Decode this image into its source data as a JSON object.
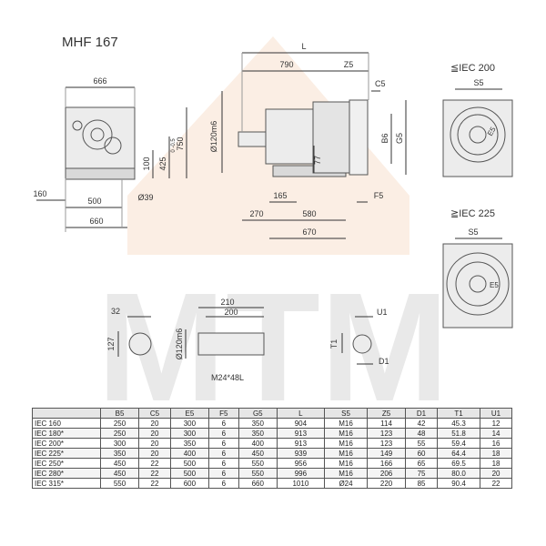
{
  "title": "MHF 167",
  "watermark": {
    "text": "MTM",
    "color": "#f3d9c6"
  },
  "front_view": {
    "dims": {
      "width_top": "666",
      "d1": "160",
      "d2": "500",
      "d3": "660",
      "h1": "100",
      "h2": "425",
      "h2_tol": "0 -0.5",
      "h3": "750",
      "bore": "Ø39"
    }
  },
  "side_view": {
    "dims": {
      "L": "L",
      "d790": "790",
      "Z5": "Z5",
      "C5": "C5",
      "shaft": "Ø120m6",
      "h77": "77",
      "B6": "B6",
      "G5": "G5",
      "d165": "165",
      "F5": "F5",
      "d270": "270",
      "d580": "580",
      "d670": "670"
    }
  },
  "flange_200": {
    "label": "≦IEC 200",
    "S5": "S5",
    "E5": "E5"
  },
  "flange_225": {
    "label": "≧IEC 225",
    "S5": "S5",
    "E5": "E5"
  },
  "shaft_detail": {
    "d32": "32",
    "d127": "127",
    "d210": "210",
    "d200": "200",
    "shaft": "Ø120m6",
    "thread": "M24*48L"
  },
  "hole_detail": {
    "U1": "U1",
    "T1": "T1",
    "D1": "D1"
  },
  "table": {
    "headers": [
      "",
      "B5",
      "C5",
      "E5",
      "F5",
      "G5",
      "L",
      "S5",
      "Z5",
      "D1",
      "T1",
      "U1"
    ],
    "rows": [
      [
        "IEC 160",
        "250",
        "20",
        "300",
        "6",
        "350",
        "904",
        "M16",
        "114",
        "42",
        "45.3",
        "12"
      ],
      [
        "IEC 180*",
        "250",
        "20",
        "300",
        "6",
        "350",
        "913",
        "M16",
        "123",
        "48",
        "51.8",
        "14"
      ],
      [
        "IEC 200*",
        "300",
        "20",
        "350",
        "6",
        "400",
        "913",
        "M16",
        "123",
        "55",
        "59.4",
        "16"
      ],
      [
        "IEC 225*",
        "350",
        "20",
        "400",
        "6",
        "450",
        "939",
        "M16",
        "149",
        "60",
        "64.4",
        "18"
      ],
      [
        "IEC 250*",
        "450",
        "22",
        "500",
        "6",
        "550",
        "956",
        "M16",
        "166",
        "65",
        "69.5",
        "18"
      ],
      [
        "IEC 280*",
        "450",
        "22",
        "500",
        "6",
        "550",
        "996",
        "M16",
        "206",
        "75",
        "80.0",
        "20"
      ],
      [
        "IEC 315*",
        "550",
        "22",
        "600",
        "6",
        "660",
        "1010",
        "Ø24",
        "220",
        "85",
        "90.4",
        "22"
      ]
    ]
  }
}
